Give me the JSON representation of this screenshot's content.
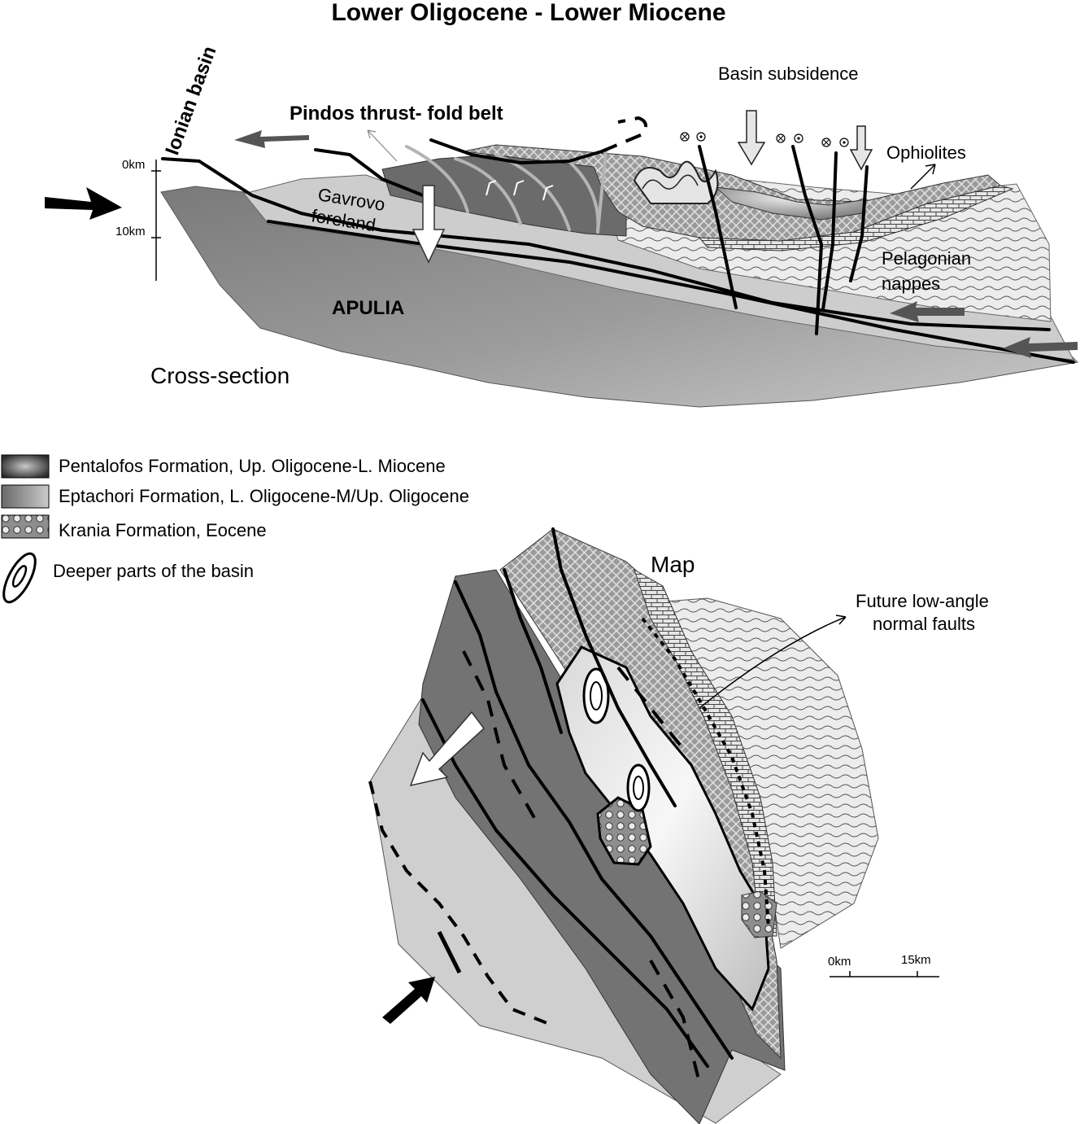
{
  "title": "Lower Oligocene - Lower Miocene",
  "cross_section": {
    "caption": "Cross-section",
    "depth_scale": {
      "top": "0km",
      "bottom": "10km"
    },
    "labels": {
      "ionian_basin": "Ionian basin",
      "pindos": "Pindos thrust- fold belt",
      "subsidence": "Basin subsidence",
      "ophiolites": "Ophiolites",
      "gavrovo_1": "Gavrovo",
      "gavrovo_2": "foreland",
      "pelagonian_1": "Pelagonian",
      "pelagonian_2": "nappes",
      "apulia": "APULIA"
    }
  },
  "legend": [
    {
      "label": "Pentalofos Formation, Up. Oligocene-L. Miocene",
      "swatch": "dark-radial"
    },
    {
      "label": "Eptachori Formation, L. Oligocene-M/Up. Oligocene",
      "swatch": "grey-gradient"
    },
    {
      "label": "Krania Formation, Eocene",
      "swatch": "circle-pattern"
    },
    {
      "label": "Deeper parts of the basin",
      "swatch": "ellipse-contours"
    }
  ],
  "map": {
    "caption": "Map",
    "annotation_1": "Future low-angle",
    "annotation_2": "normal faults",
    "scale": {
      "start": "0km",
      "end": "15km"
    }
  },
  "colors": {
    "dark_grey": "#6f6f6f",
    "mid_grey": "#9a9a9a",
    "light_grey": "#cfcfcf",
    "very_light": "#e8e8e8"
  }
}
